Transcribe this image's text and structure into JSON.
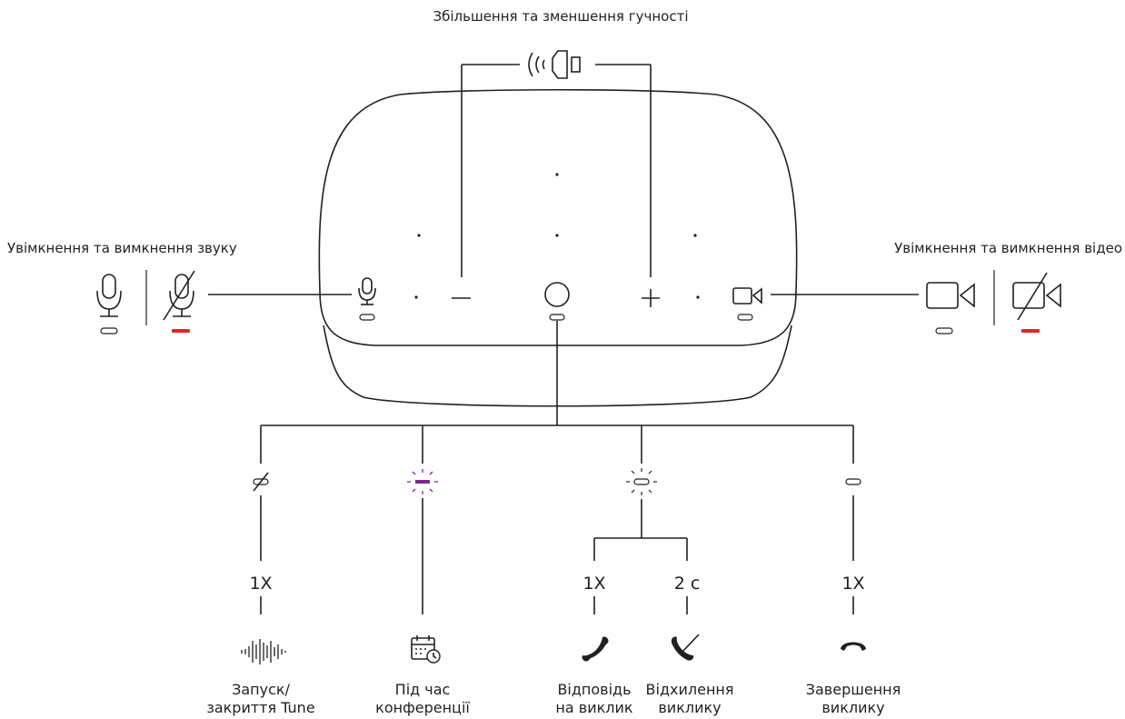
{
  "volume_label": "Збільшення та зменшення гучності",
  "mute_label": "Увімкнення та вимкнення звуку",
  "video_label": "Увімкнення та вимкнення відео",
  "button_tune": {
    "press": "1X",
    "line1": "Запуск/",
    "line2": "закриття Tune"
  },
  "button_meeting": {
    "line1": "Під час",
    "line2": "конференції"
  },
  "button_answer": {
    "press": "1X",
    "line1": "Відповідь",
    "line2": "на виклик"
  },
  "button_decline": {
    "press": "2 с",
    "line1": "Відхилення",
    "line2": "виклику"
  },
  "button_end": {
    "press": "1X",
    "line1": "Завершення",
    "line2": "виклику"
  },
  "colors": {
    "mute_led": "#e3262c",
    "meeting_led": "#7b2a8c",
    "ink": "#231f20"
  },
  "icons": [
    "speaker-volume-icon",
    "microphone-icon",
    "microphone-muted-icon",
    "video-camera-icon",
    "video-camera-off-icon",
    "teams-button-icon",
    "audio-waveform-icon",
    "calendar-clock-icon",
    "phone-answer-icon",
    "phone-decline-icon",
    "phone-hangup-icon"
  ]
}
